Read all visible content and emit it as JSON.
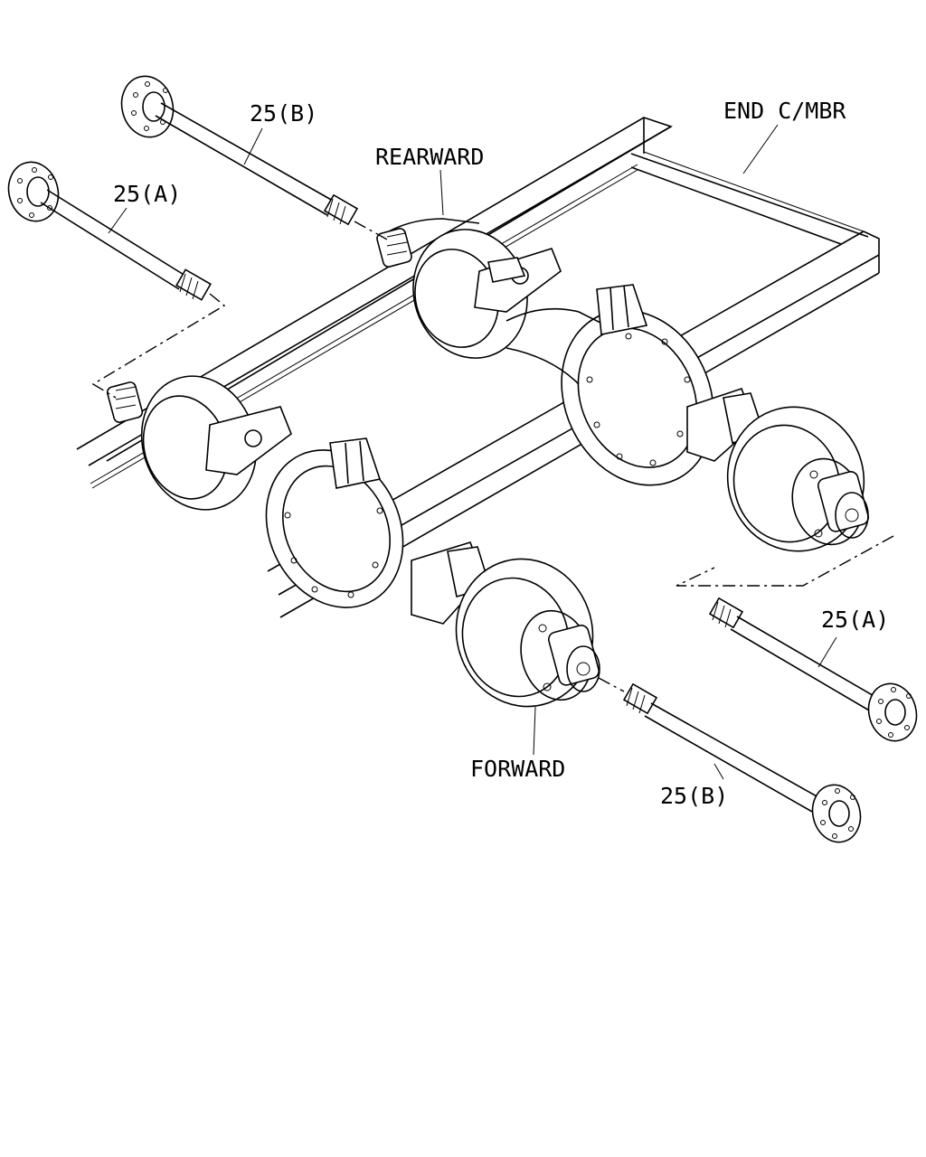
{
  "labels": {
    "shaft_b_top": "25(B)",
    "shaft_a_top": "25(A)",
    "rearward": "REARWARD",
    "end_cmbr": "END C/MBR",
    "shaft_a_bottom": "25(A)",
    "forward": "FORWARD",
    "shaft_b_bottom": "25(B)"
  }
}
